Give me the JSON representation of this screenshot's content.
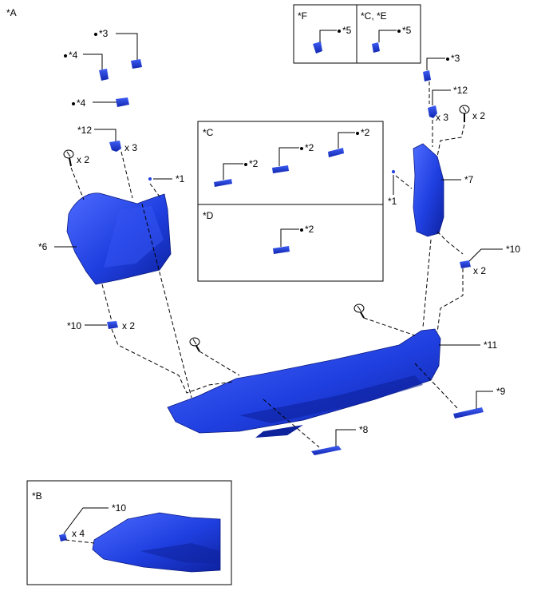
{
  "view_label": "*A",
  "inset_b_label": "*B",
  "box_f_label": "*F",
  "box_ce_label": "*C, *E",
  "box_c_label": "*C",
  "box_d_label": "*D",
  "callouts": {
    "c1": "*1",
    "c2": "*2",
    "c3": "*3",
    "c4": "*4",
    "c5": "*5",
    "c6": "*6",
    "c7": "*7",
    "c8": "*8",
    "c9": "*9",
    "c10": "*10",
    "c11": "*11",
    "c12": "*12"
  },
  "qty": {
    "x2": "x 2",
    "x3": "x 3",
    "x4": "x 4"
  },
  "colors": {
    "part_blue": "#1f3fe0",
    "part_dark": "#0f24a8",
    "part_light": "#5a78ff"
  }
}
